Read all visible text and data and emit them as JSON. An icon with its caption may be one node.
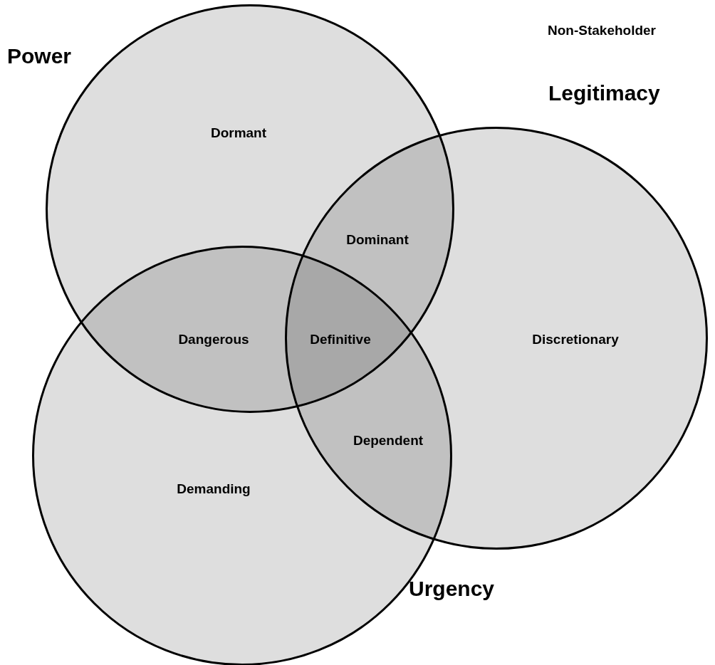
{
  "diagram": {
    "nodes": [
      {
        "text": [
          "Power"
        ]
      },
      {
        "text": [
          "Legitimacy"
        ]
      },
      {
        "text": [
          "Urgency"
        ]
      }
    ],
    "edges": [],
    "labels": [
      "Non-Stakeholder",
      "Dormant",
      "Dominant",
      "Dangerous",
      "Definitive",
      "Discretionary",
      "Dependent",
      "Demanding"
    ]
  }
}
